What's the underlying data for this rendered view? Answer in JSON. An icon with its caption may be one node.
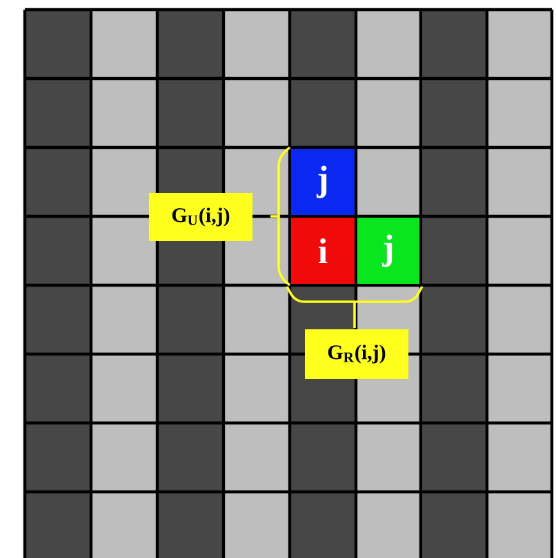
{
  "diagram": {
    "nodes": [
      {
        "text": [
          "j"
        ]
      },
      {
        "text": [
          "i"
        ]
      },
      {
        "text": [
          "j"
        ]
      },
      {
        "text": [
          "G$_{U}$(i,j)"
        ]
      },
      {
        "text": [
          "G$_{R}$(i,j)"
        ]
      }
    ]
  }
}
